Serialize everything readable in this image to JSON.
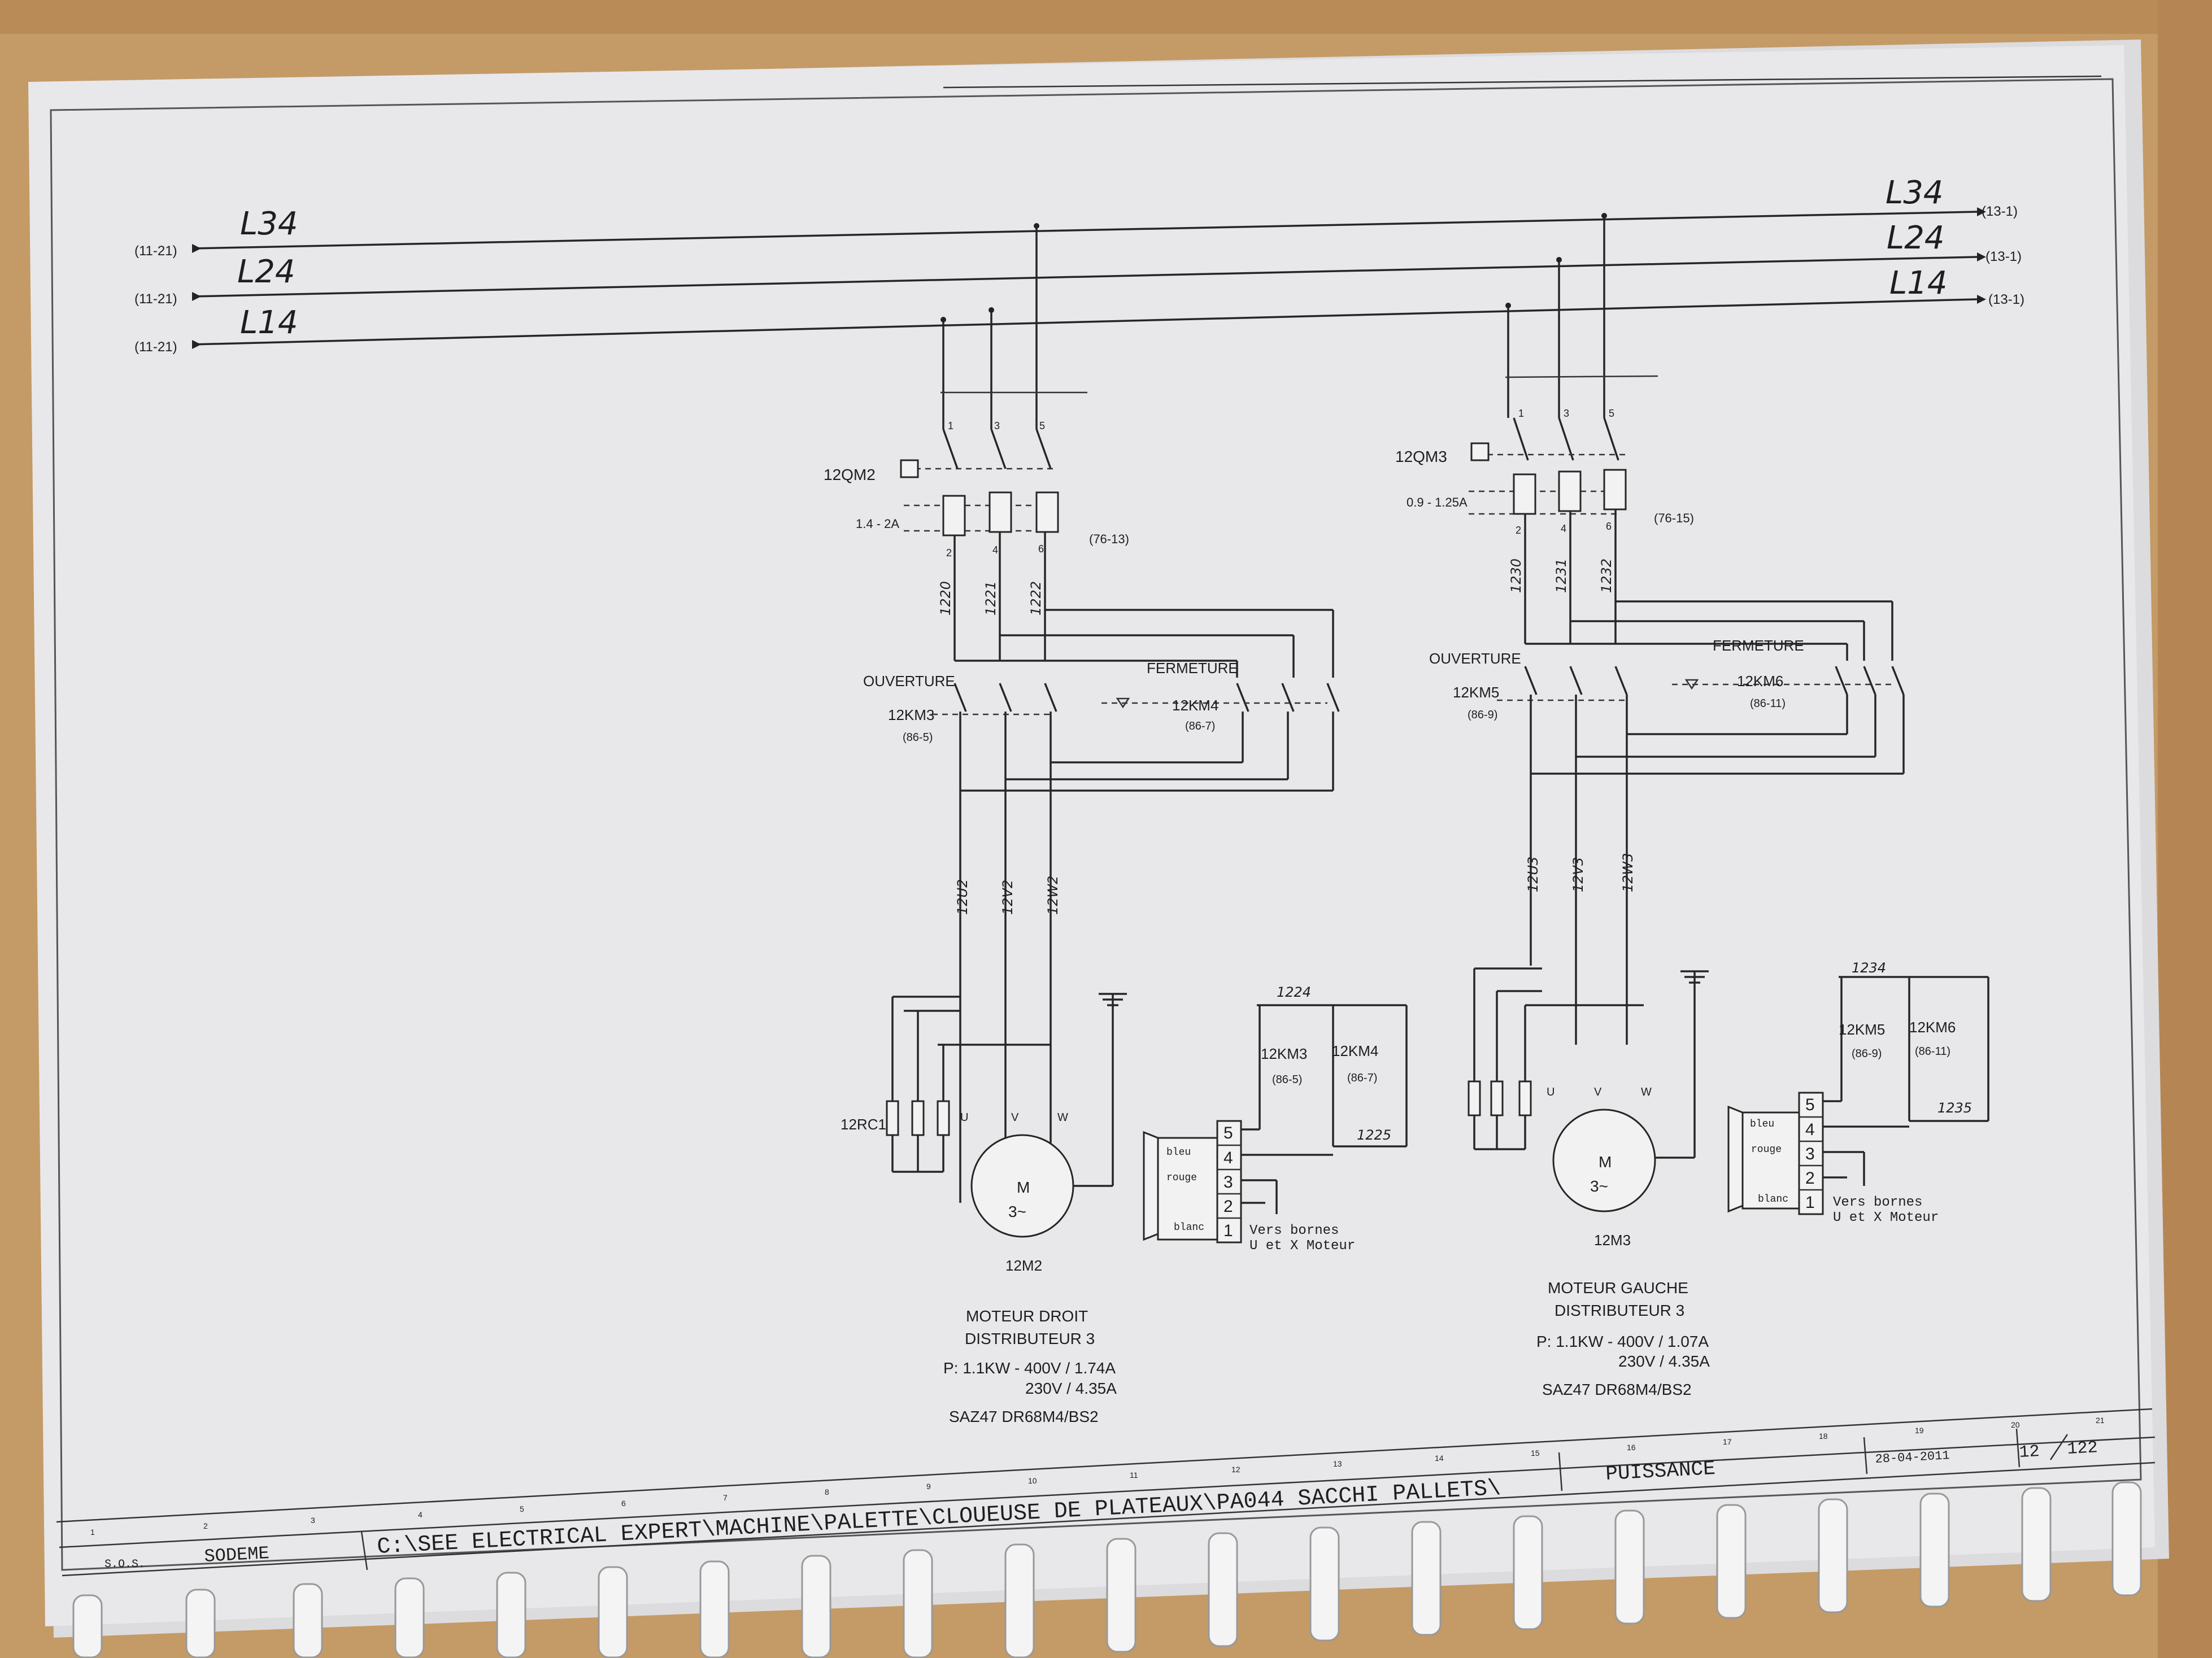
{
  "bus": {
    "left_refs": [
      "(11-21)",
      "(11-21)",
      "(11-21)"
    ],
    "right_refs": [
      "(13-1)",
      "(13-1)",
      "(13-1)"
    ],
    "left_labels": [
      "L34",
      "L24",
      "L14"
    ],
    "right_labels": [
      "L34",
      "L24",
      "L14"
    ]
  },
  "right_motor_circuit": {
    "breaker": "12QM2",
    "breaker_range": "1.4 - 2A",
    "breaker_ref": "(76-13)",
    "breaker_terminals": [
      "1",
      "3",
      "5"
    ],
    "breaker_out_terminals": [
      "2",
      "4",
      "6"
    ],
    "wires_top": [
      "1220",
      "1221",
      "1222"
    ],
    "open_label": "OUVERTURE",
    "close_label": "FERMETURE",
    "open_contactor": "12KM3",
    "open_ref": "(86-5)",
    "close_contactor": "12KM4",
    "close_ref": "(86-7)",
    "wires_bottom": [
      "12U2",
      "12V2",
      "12W2"
    ],
    "capacitor": "12RC1",
    "phases": [
      "U",
      "V",
      "W"
    ],
    "motor_symbol_letter": "M",
    "motor_symbol_phase": "3~",
    "motor_tag": "12M2",
    "brake_wire_top": "1224",
    "brake_km_a": "12KM3",
    "brake_km_a_ref": "(86-5)",
    "brake_km_b": "12KM4",
    "brake_km_b_ref": "(86-7)",
    "brake_wire_bottom": "1225",
    "brake_colors": [
      "bleu",
      "rouge",
      "blanc"
    ],
    "brake_terminals": [
      "5",
      "4",
      "3",
      "2",
      "1"
    ],
    "brake_note_1": "Vers bornes",
    "brake_note_2": "U et X Moteur",
    "title": "MOTEUR DROIT",
    "subtitle": "DISTRIBUTEUR 3",
    "power_line_1": "P: 1.1KW - 400V / 1.74A",
    "power_line_2": "230V / 4.35A",
    "model": "SAZ47 DR68M4/BS2"
  },
  "left_motor_circuit": {
    "breaker": "12QM3",
    "breaker_range": "0.9 - 1.25A",
    "breaker_ref": "(76-15)",
    "breaker_terminals": [
      "1",
      "3",
      "5"
    ],
    "breaker_out_terminals": [
      "2",
      "4",
      "6"
    ],
    "wires_top": [
      "1230",
      "1231",
      "1232"
    ],
    "open_label": "OUVERTURE",
    "close_label": "FERMETURE",
    "open_contactor": "12KM5",
    "open_ref": "(86-9)",
    "close_contactor": "12KM6",
    "close_ref": "(86-11)",
    "wires_bottom": [
      "12U3",
      "12V3",
      "12W3"
    ],
    "phases": [
      "U",
      "V",
      "W"
    ],
    "motor_symbol_letter": "M",
    "motor_symbol_phase": "3~",
    "motor_tag": "12M3",
    "brake_wire_top": "1234",
    "brake_km_a": "12KM5",
    "brake_km_a_ref": "(86-9)",
    "brake_km_b": "12KM6",
    "brake_km_b_ref": "(86-11)",
    "brake_wire_bottom": "1235",
    "brake_colors": [
      "bleu",
      "rouge",
      "blanc"
    ],
    "brake_terminals": [
      "5",
      "4",
      "3",
      "2",
      "1"
    ],
    "brake_note_1": "Vers bornes",
    "brake_note_2": "U et X Moteur",
    "title": "MOTEUR GAUCHE",
    "subtitle": "DISTRIBUTEUR 3",
    "power_line_1": "P: 1.1KW - 400V / 1.07A",
    "power_line_2": "230V / 4.35A",
    "model": "SAZ47 DR68M4/BS2"
  },
  "title_block": {
    "company_small": "S.O.S.",
    "company": "SODEME",
    "path": "C:\\SEE ELECTRICAL EXPERT\\MACHINE\\PALETTE\\CLOUEUSE DE PLATEAUX\\PA044 SACCHI PALLETS\\",
    "section": "PUISSANCE",
    "date": "28-04-2011",
    "page": "12",
    "total": "122",
    "columns": [
      "1",
      "2",
      "3",
      "4",
      "5",
      "6",
      "7",
      "8",
      "9",
      "10",
      "11",
      "12",
      "13",
      "14",
      "15",
      "16",
      "17",
      "18",
      "19",
      "20",
      "21"
    ]
  }
}
